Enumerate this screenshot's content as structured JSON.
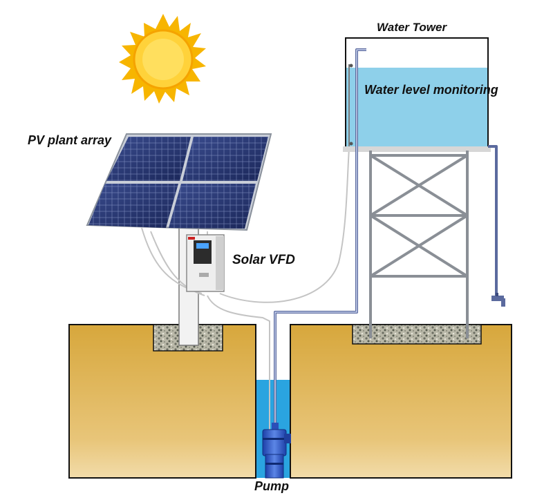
{
  "labels": {
    "water_tower": "Water Tower",
    "water_level_monitoring": "Water level monitoring",
    "pv_array": "PV plant array",
    "solar_vfd": "Solar VFD",
    "pump": "Pump"
  },
  "icons": {
    "sun": "sun-icon",
    "solar_panel": "solar-panel-icon",
    "vfd": "vfd-inverter-icon",
    "pump": "submersible-pump-icon",
    "faucet": "faucet-icon"
  },
  "colors": {
    "ground": "#d9a93c",
    "ground_light": "#f0d58e",
    "water": "#8ed0ea",
    "well_water": "#2aa4e0",
    "sun": "#f7b500",
    "sun_core": "#ffd23a",
    "panel": "#24336e",
    "pipe": "#6272a6",
    "cable": "#c6c6c6",
    "tower_steel": "#8a8f96"
  }
}
